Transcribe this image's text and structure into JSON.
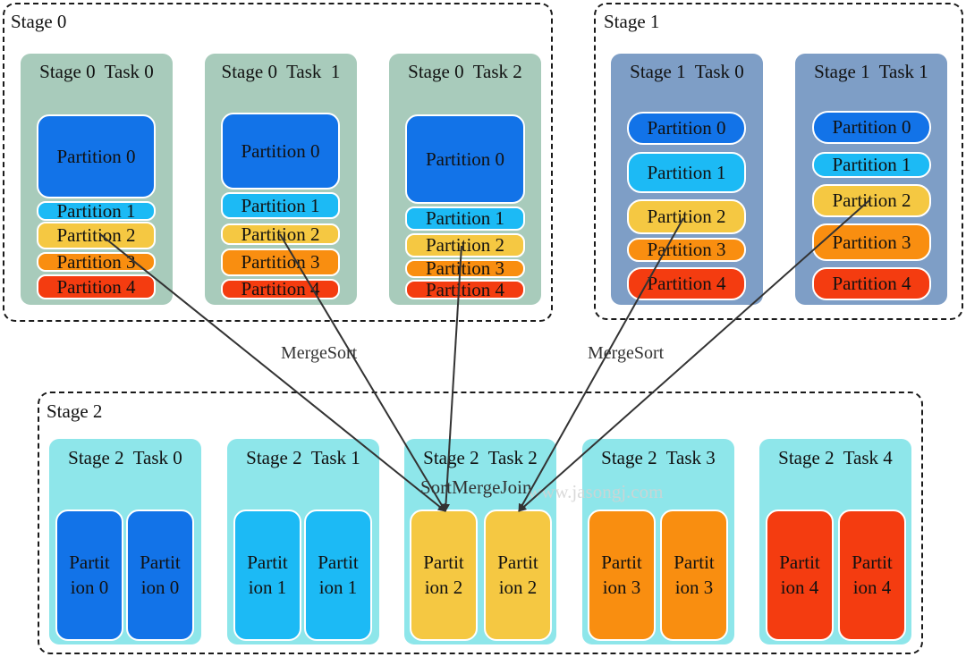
{
  "stage0": {
    "label": "Stage 0",
    "tasks": [
      {
        "label": "Stage 0  Task 0",
        "partitions": [
          "Partition 0",
          "Partition 1",
          "Partition 2",
          "Partition 3",
          "Partition 4"
        ]
      },
      {
        "label": "Stage 0  Task  1",
        "partitions": [
          "Partition 0",
          "Partition 1",
          "Partition 2",
          "Partition 3",
          "Partition 4"
        ]
      },
      {
        "label": "Stage 0  Task 2",
        "partitions": [
          "Partition 0",
          "Partition 1",
          "Partition 2",
          "Partition 3",
          "Partition 4"
        ]
      }
    ]
  },
  "stage1": {
    "label": "Stage 1",
    "tasks": [
      {
        "label": "Stage 1  Task 0",
        "partitions": [
          "Partition 0",
          "Partition 1",
          "Partition 2",
          "Partition 3",
          "Partition 4"
        ]
      },
      {
        "label": "Stage 1  Task 1",
        "partitions": [
          "Partition 0",
          "Partition 1",
          "Partition 2",
          "Partition 3",
          "Partition 4"
        ]
      }
    ]
  },
  "stage2": {
    "label": "Stage 2",
    "tasks": [
      {
        "label": "Stage 2  Task 0",
        "partitions": [
          "Partit\nion 0",
          "Partit\nion 0"
        ]
      },
      {
        "label": "Stage 2  Task 1",
        "partitions": [
          "Partit\nion 1",
          "Partit\nion 1"
        ]
      },
      {
        "label": "Stage 2  Task 2",
        "partitions": [
          "Partit\nion 2",
          "Partit\nion 2"
        ]
      },
      {
        "label": "Stage 2  Task 3",
        "partitions": [
          "Partit\nion 3",
          "Partit\nion 3"
        ]
      },
      {
        "label": "Stage 2  Task 4",
        "partitions": [
          "Partit\nion 4",
          "Partit\nion 4"
        ]
      }
    ]
  },
  "edge_labels": {
    "left_merge": "MergeSort",
    "right_merge": "MergeSort",
    "join": "SortMergeJoin"
  },
  "watermark": "www.jasongj.com",
  "colors": {
    "partition_0": "#1273e8",
    "partition_1": "#1cbaf5",
    "partition_2": "#f5c842",
    "partition_3": "#f98e10",
    "partition_4": "#f43c10",
    "stage0_task_bg": "#a8cbbb",
    "stage1_task_bg": "#7e9ec6",
    "stage2_task_bg": "#8ee6ea",
    "arrow": "#333333"
  }
}
